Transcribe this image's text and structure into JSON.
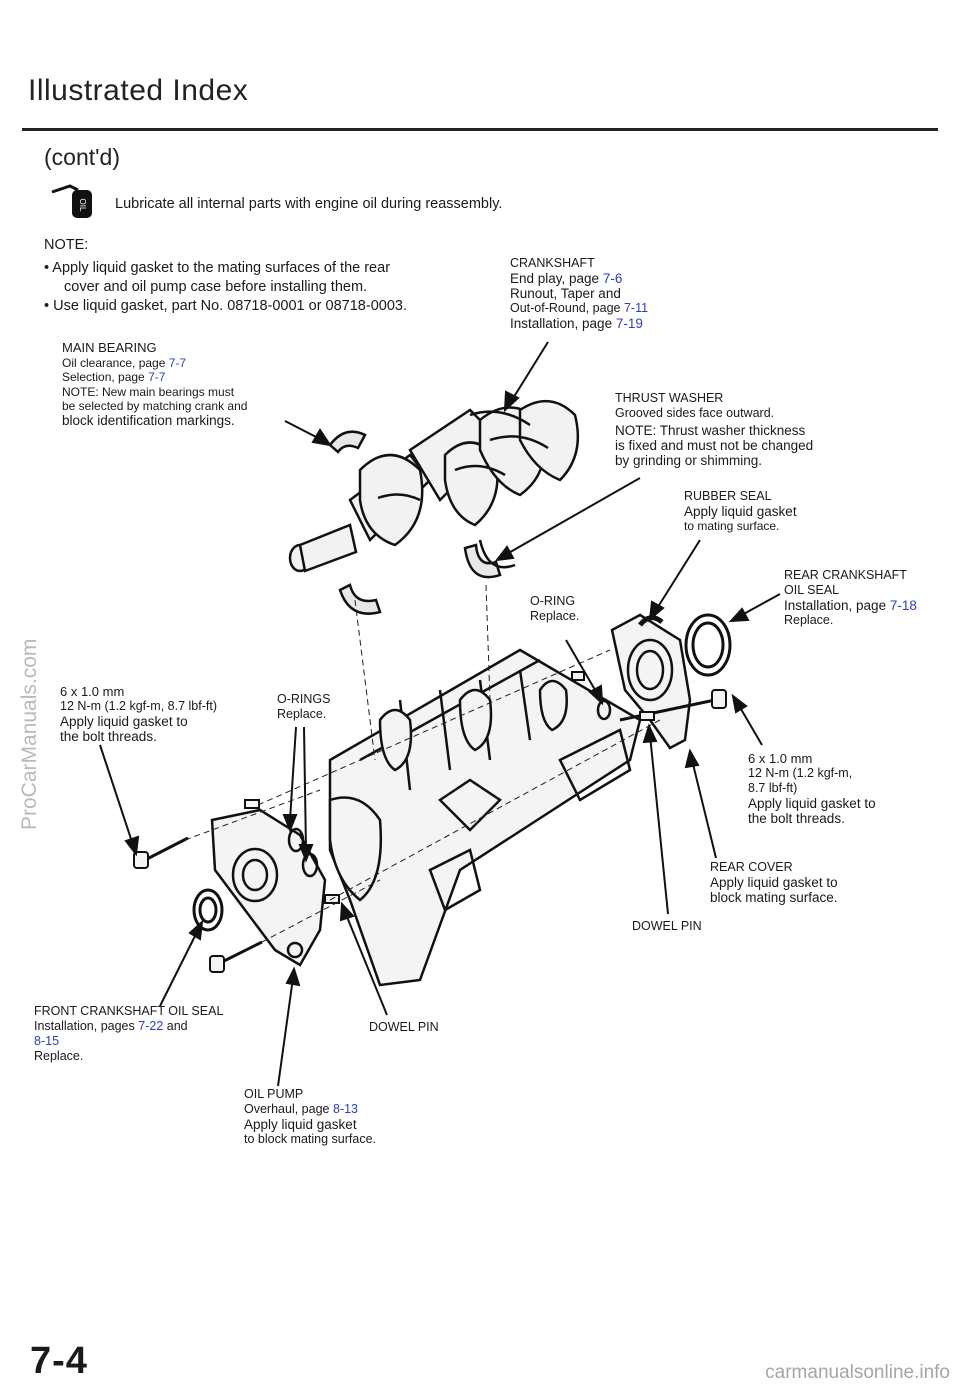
{
  "page": {
    "title": "Illustrated Index",
    "subtitle": "(cont'd)",
    "page_number": "7-4"
  },
  "oil_note": {
    "icon": "oil-can-icon",
    "icon_text": "OIL",
    "text": "Lubricate all internal parts with engine oil during reassembly."
  },
  "note": {
    "heading": "NOTE:",
    "item1_line1": "• Apply liquid gasket to the mating surfaces of the rear",
    "item1_line2": "cover and oil pump case before installing them.",
    "item2": "• Use liquid gasket, part No. 08718-0001 or 08718-0003."
  },
  "labels": {
    "crankshaft": {
      "name": "CRANKSHAFT",
      "l1": "End play, page ",
      "r1": "7-6",
      "l2": "Runout, Taper and",
      "l3": "Out-of-Round, page ",
      "r3": "7-11",
      "l4": "Installation, page ",
      "r4": "7-19"
    },
    "main_bearing": {
      "name": "MAIN BEARING",
      "l1": "Oil clearance, page ",
      "r1": "7-7",
      "l2": "Selection, page ",
      "r2": "7-7",
      "l3": "NOTE: New main bearings must",
      "l4": "be selected by matching crank and",
      "l5": "block identification markings."
    },
    "thrust_washer": {
      "name": "THRUST WASHER",
      "l1": "Grooved sides face outward.",
      "l2": "NOTE: Thrust washer thickness",
      "l3": "is fixed and must not be changed",
      "l4": "by grinding or shimming."
    },
    "rubber_seal": {
      "name": "RUBBER SEAL",
      "l1": "Apply liquid gasket",
      "l2": "to mating surface."
    },
    "rear_oil_seal": {
      "name1": "REAR CRANKSHAFT",
      "name2": "OIL SEAL",
      "l1": "Installation, page ",
      "r1": "7-18",
      "l2": "Replace."
    },
    "o_ring": {
      "name": "O-RING",
      "l1": "Replace."
    },
    "o_rings": {
      "name": "O-RINGS",
      "l1": "Replace."
    },
    "bolt_left": {
      "l1": "6 x 1.0 mm",
      "l2": "12 N-m (1.2 kgf-m, 8.7 lbf-ft)",
      "l3": "Apply liquid gasket to",
      "l4": "the bolt threads."
    },
    "bolt_right": {
      "l1": "6 x 1.0 mm",
      "l2": "12 N-m (1.2 kgf-m,",
      "l3": "8.7 lbf-ft)",
      "l4": "Apply liquid gasket to",
      "l5": "the bolt threads."
    },
    "rear_cover": {
      "name": "REAR COVER",
      "l1": "Apply liquid gasket to",
      "l2": "block mating surface."
    },
    "dowel_pin_right": {
      "name": "DOWEL PIN"
    },
    "dowel_pin_left": {
      "name": "DOWEL PIN"
    },
    "front_oil_seal": {
      "name": "FRONT CRANKSHAFT OIL SEAL",
      "l1": "Installation, pages ",
      "r1": "7-22",
      "a1": " and",
      "r2": "8-15",
      "l3": "Replace."
    },
    "oil_pump": {
      "name": "OIL PUMP",
      "l1": "Overhaul, page ",
      "r1": "8-13",
      "l2": "Apply liquid gasket",
      "l3": "to block mating surface."
    }
  },
  "watermarks": {
    "left": "ProCarManuals.com",
    "bottom_right": "carmanualsonline.info"
  },
  "colors": {
    "page_ref": "#2a3fc4",
    "ink": "#1a1a1a"
  }
}
